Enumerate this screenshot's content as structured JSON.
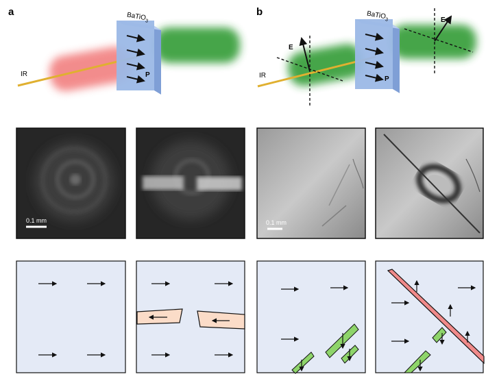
{
  "panels": {
    "a": {
      "label": "a",
      "crystal": "BaTiO",
      "crystal_sub": "3",
      "input_beam": "IR",
      "polarization": "P",
      "scale_bar": "0.1 mm"
    },
    "b": {
      "label": "b",
      "crystal": "BaTiO",
      "crystal_sub": "3",
      "input_beam": "IR",
      "polarization": "P",
      "field_in": "E",
      "field_out": "E",
      "scale_bar": "0.1 mm"
    }
  },
  "colors": {
    "ir": "#e0b030",
    "red_beam": "#f06060",
    "green_beam": "#2a9a2a",
    "crystal": "#9bb8e6",
    "domain_bg": "#e4eaf6",
    "wall_pink": "#fbdcc8",
    "wall_red": "#f08a8a",
    "wall_green": "#8ed46a"
  }
}
